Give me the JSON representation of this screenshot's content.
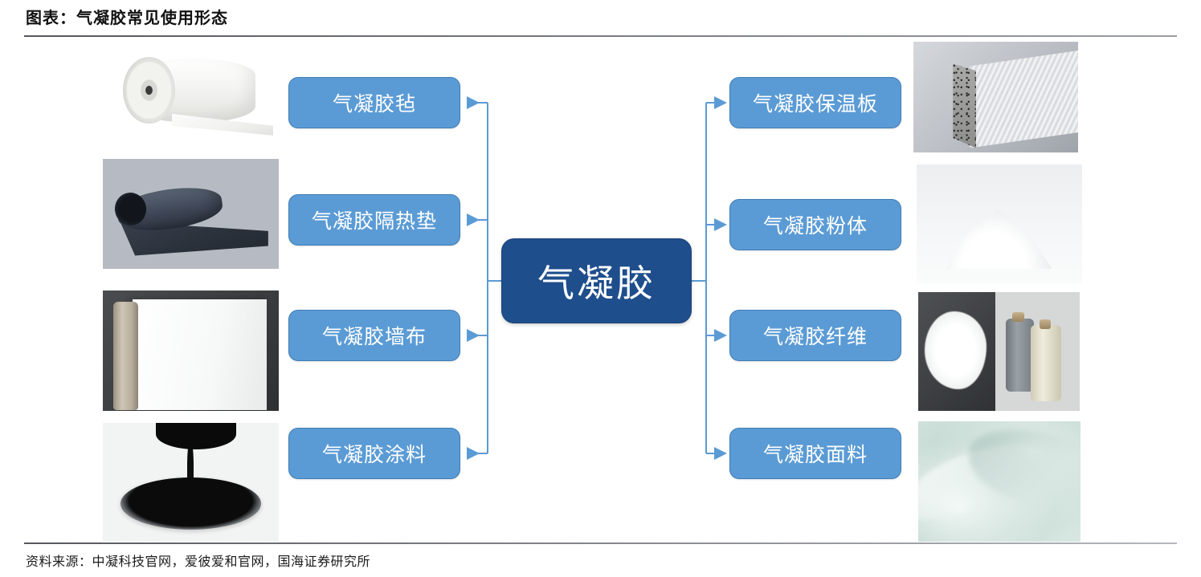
{
  "header": {
    "title": "图表：气凝胶常见使用形态"
  },
  "footer": {
    "source": "资料来源：中凝科技官网，爱彼爱和官网，国海证券研究所"
  },
  "colors": {
    "root_fill": "#1F4E8C",
    "leaf_fill": "#5B9BD5",
    "leaf_stroke": "#3F7DB5",
    "connector": "#5B9BD5",
    "text_on_node": "#FFFFFF",
    "rule": "#55575C"
  },
  "diagram": {
    "type": "mind-map",
    "root": {
      "label": "气凝胶"
    },
    "left_branch": [
      {
        "label": "气凝胶毡",
        "image": "aerogel-blanket-roll-photo"
      },
      {
        "label": "气凝胶隔热垫",
        "image": "aerogel-insulation-mat-photo"
      },
      {
        "label": "气凝胶墙布",
        "image": "aerogel-wall-cloth-roll-photo"
      },
      {
        "label": "气凝胶涂料",
        "image": "aerogel-coating-pour-photo"
      }
    ],
    "right_branch": [
      {
        "label": "气凝胶保温板",
        "image": "aerogel-insulation-board-photo"
      },
      {
        "label": "气凝胶粉体",
        "image": "aerogel-powder-photo"
      },
      {
        "label": "气凝胶纤维",
        "image": "aerogel-fiber-and-spools-photo"
      },
      {
        "label": "气凝胶面料",
        "image": "aerogel-fabric-photo"
      }
    ]
  }
}
